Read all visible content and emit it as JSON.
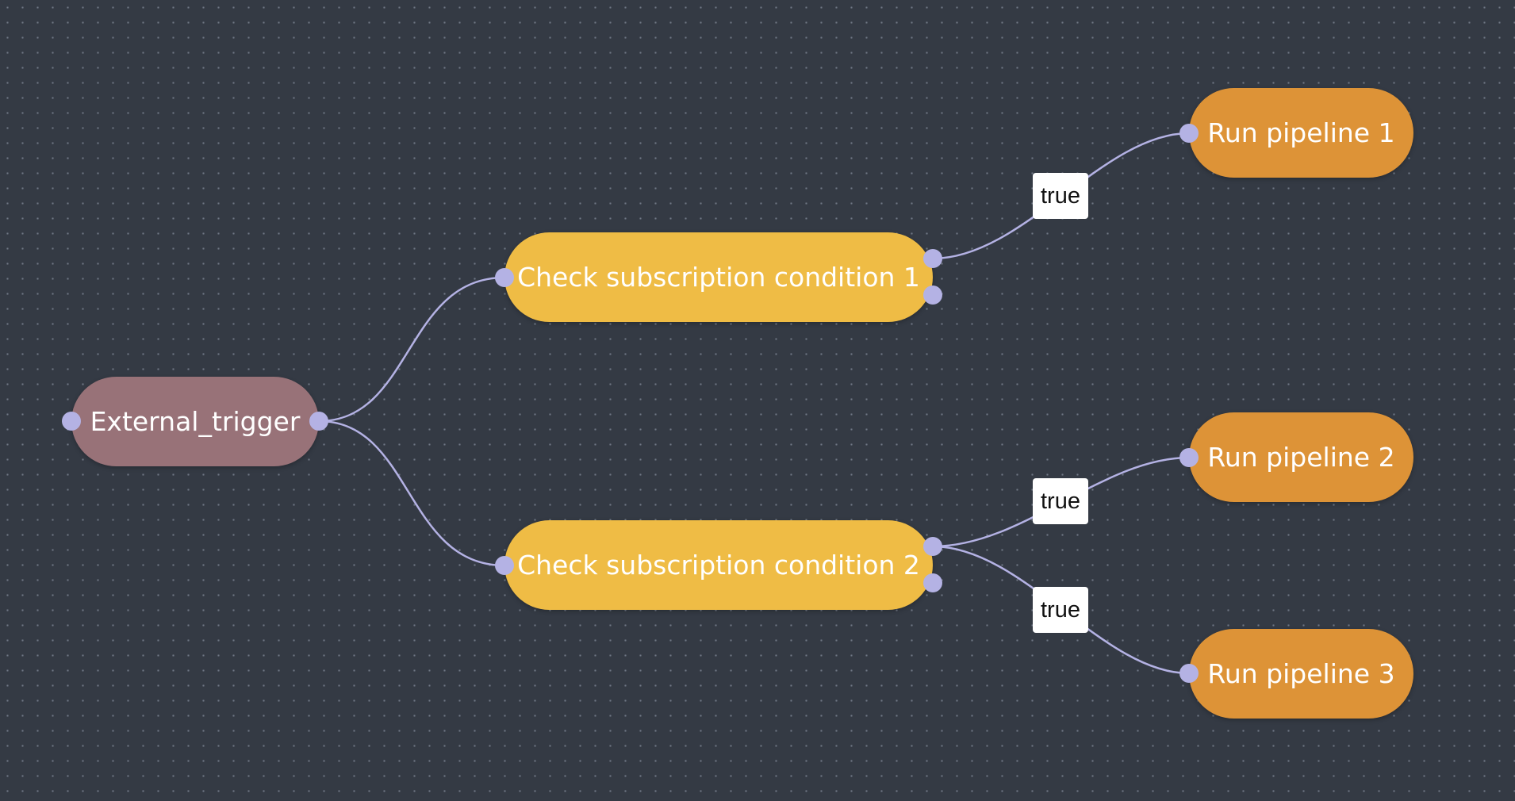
{
  "flow": {
    "nodes": {
      "external_trigger": {
        "label": "External_trigger"
      },
      "check_condition_1": {
        "label": "Check subscription condition 1"
      },
      "check_condition_2": {
        "label": "Check subscription condition 2"
      },
      "run_pipeline_1": {
        "label": "Run pipeline 1"
      },
      "run_pipeline_2": {
        "label": "Run pipeline 2"
      },
      "run_pipeline_3": {
        "label": "Run pipeline 3"
      }
    },
    "edges": [
      {
        "from": "External_trigger",
        "to": "Check subscription condition 1",
        "label": ""
      },
      {
        "from": "External_trigger",
        "to": "Check subscription condition 2",
        "label": ""
      },
      {
        "from": "Check subscription condition 1",
        "to": "Run pipeline 1",
        "label": "true"
      },
      {
        "from": "Check subscription condition 2",
        "to": "Run pipeline 2",
        "label": "true"
      },
      {
        "from": "Check subscription condition 2",
        "to": "Run pipeline 3",
        "label": "true"
      }
    ]
  },
  "colors": {
    "background": "#343a44",
    "grid_dot": "#6f7785",
    "edge": "#b4b2e4",
    "handle": "#b4b2e4",
    "trigger_node": "#987278",
    "condition_node": "#efbc45",
    "pipeline_node": "#dd9337",
    "edge_label_bg": "#ffffff"
  }
}
